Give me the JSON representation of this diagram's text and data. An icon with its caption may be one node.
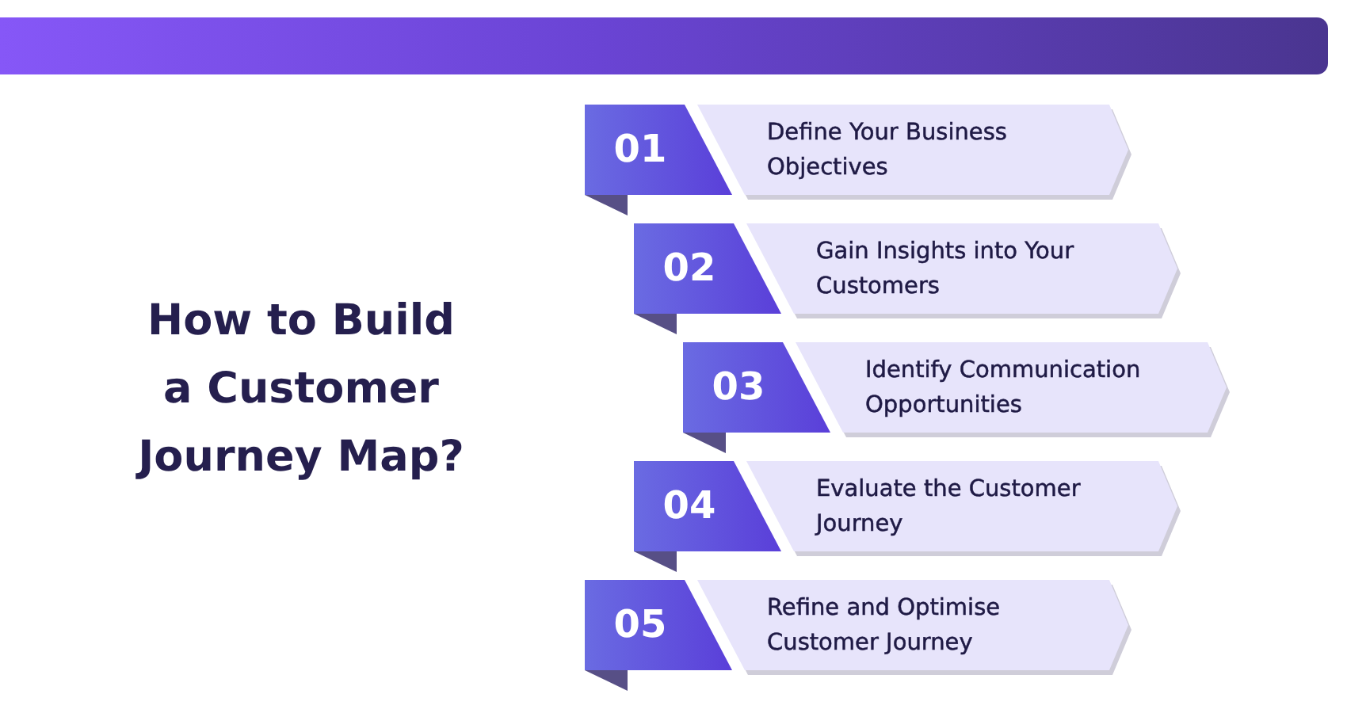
{
  "diagram": {
    "title": "How to Build a Customer Journey Map?",
    "nodes": [
      {
        "text": [
          "01"
        ]
      },
      {
        "text": [
          "Define Your Business Objectives"
        ]
      },
      {
        "text": [
          "02"
        ]
      },
      {
        "text": [
          "Gain Insights into Your Customers"
        ]
      },
      {
        "text": [
          "03"
        ]
      },
      {
        "text": [
          "Identify Communication Opportunities"
        ]
      },
      {
        "text": [
          "04"
        ]
      },
      {
        "text": [
          "Evaluate the Customer Journey"
        ]
      },
      {
        "text": [
          "05"
        ]
      },
      {
        "text": [
          "Refine and Optimise Customer Journey"
        ]
      }
    ]
  }
}
